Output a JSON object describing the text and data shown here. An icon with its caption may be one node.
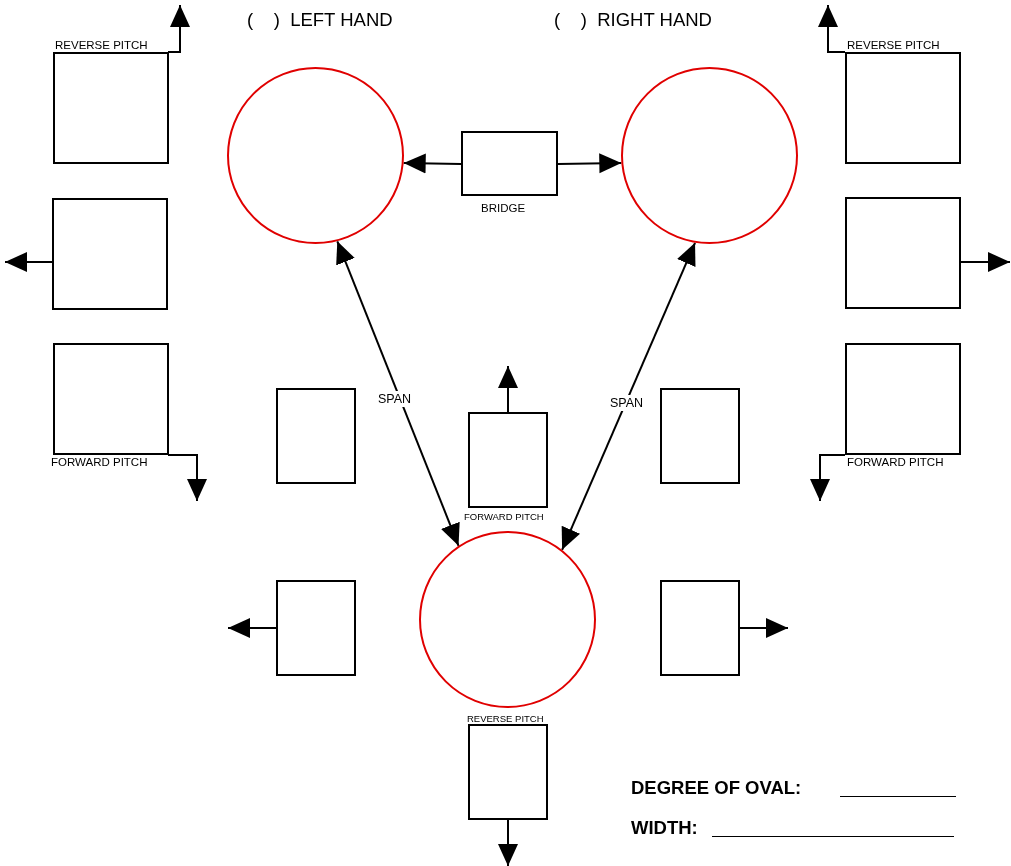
{
  "diagram": {
    "nodes": [
      {
        "text": [
          "REVERSE PITCH"
        ]
      },
      {
        "text": [],
        "shape": "circle"
      },
      {
        "text": [
          "BRIDGE"
        ]
      },
      {
        "text": [],
        "shape": "circle"
      },
      {
        "text": [
          "REVERSE PITCH"
        ]
      },
      {
        "text": [],
        "shape": "box"
      },
      {
        "text": [],
        "shape": "box"
      },
      {
        "text": [
          "FORWARD PITCH"
        ]
      },
      {
        "text": [
          "FORWARD PITCH"
        ]
      },
      {
        "text": [],
        "shape": "box"
      },
      {
        "text": [
          "FORWARD PITCH"
        ]
      },
      {
        "text": [],
        "shape": "box"
      },
      {
        "text": [],
        "shape": "box"
      },
      {
        "text": [],
        "shape": "circle"
      },
      {
        "text": [],
        "shape": "box"
      },
      {
        "text": [
          "REVERSE PITCH"
        ]
      }
    ],
    "edges": [
      {
        "from": 0,
        "to": null,
        "arrow": "to"
      },
      {
        "from": 2,
        "to": 1,
        "arrow": "to"
      },
      {
        "from": 2,
        "to": 3,
        "arrow": "to"
      },
      {
        "from": 4,
        "to": null,
        "arrow": "to"
      },
      {
        "from": 5,
        "to": null,
        "arrow": "to"
      },
      {
        "from": 6,
        "to": null,
        "arrow": "to"
      },
      {
        "from": 7,
        "to": null,
        "arrow": "to"
      },
      {
        "from": 8,
        "to": null,
        "arrow": "to"
      },
      {
        "from": 10,
        "to": null,
        "arrow": "to"
      },
      {
        "from": 13,
        "to": 1,
        "arrow": "both",
        "label": "SPAN"
      },
      {
        "from": 13,
        "to": 3,
        "arrow": "both",
        "label": "SPAN"
      },
      {
        "from": 12,
        "to": null,
        "arrow": "to"
      },
      {
        "from": 14,
        "to": null,
        "arrow": "to"
      },
      {
        "from": 15,
        "to": null,
        "arrow": "to"
      }
    ],
    "labels": [
      "(    )  LEFT HAND",
      "(    )  RIGHT HAND",
      "DEGREE OF OVAL:",
      "WIDTH:"
    ]
  }
}
